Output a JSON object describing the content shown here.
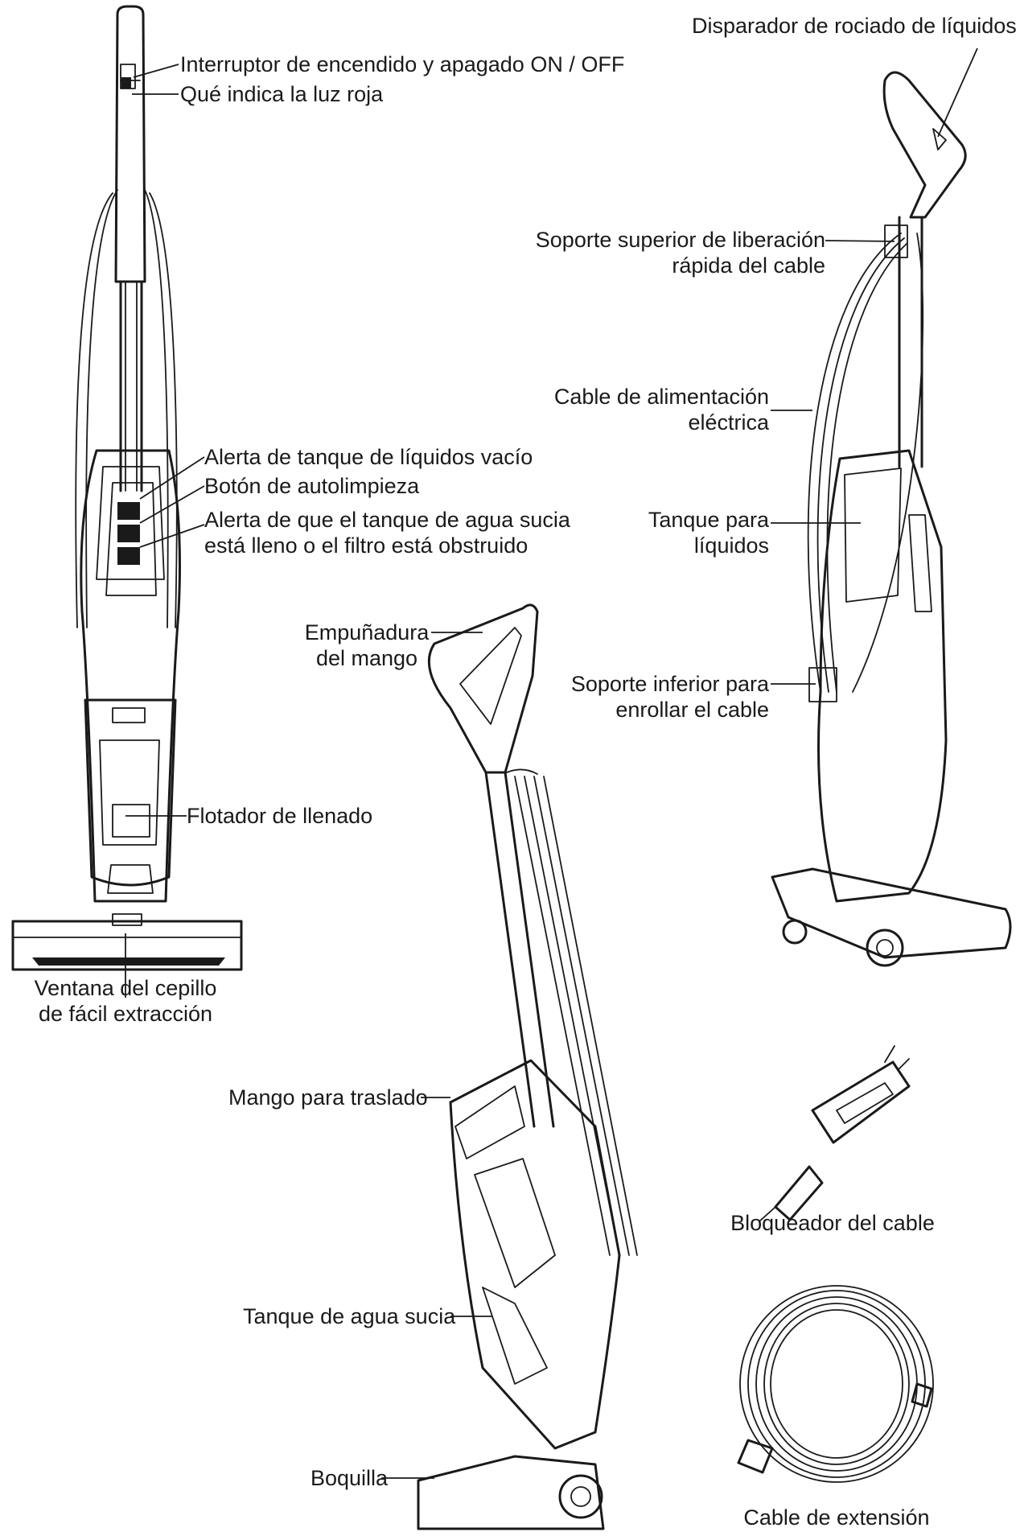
{
  "labels": {
    "power_switch": "Interruptor de encendido y apagado ON / OFF",
    "red_light": "Qué indica la luz roja",
    "empty_tank_alert": "Alerta de tanque de líquidos vacío",
    "self_clean_button": "Botón de autolimpieza",
    "dirty_tank_alert_line1": "Alerta de que el tanque de agua sucia",
    "dirty_tank_alert_line2": "está lleno o el filtro está obstruido",
    "fill_float": "Flotador de llenado",
    "brush_window_line1": "Ventana del cepillo",
    "brush_window_line2": "de fácil extracción",
    "spray_trigger": "Disparador de rociado de líquidos",
    "upper_cord_hook_line1": "Soporte superior de liberación",
    "upper_cord_hook_line2": "rápida del cable",
    "power_cord_line1": "Cable de alimentación",
    "power_cord_line2": "eléctrica",
    "solution_tank_line1": "Tanque para",
    "solution_tank_line2": "líquidos",
    "lower_cord_hook_line1": "Soporte inferior para",
    "lower_cord_hook_line2": "enrollar el cable",
    "handle_grip_line1": "Empuñadura",
    "handle_grip_line2": "del mango",
    "carry_handle": "Mango para traslado",
    "dirty_water_tank": "Tanque de agua sucia",
    "nozzle": "Boquilla",
    "cord_lock": "Bloqueador del cable",
    "extension_cord": "Cable de extensión"
  },
  "icons": {
    "front_view": "vacuum-front-view-illustration",
    "right_view": "vacuum-side-view-right-illustration",
    "center_view": "vacuum-side-view-center-illustration",
    "cord_lock_part": "cord-lock-part-illustration",
    "extension_cord_coil": "extension-cord-coil-illustration"
  },
  "colors": {
    "line": "#1a1a1a",
    "background": "#ffffff"
  }
}
